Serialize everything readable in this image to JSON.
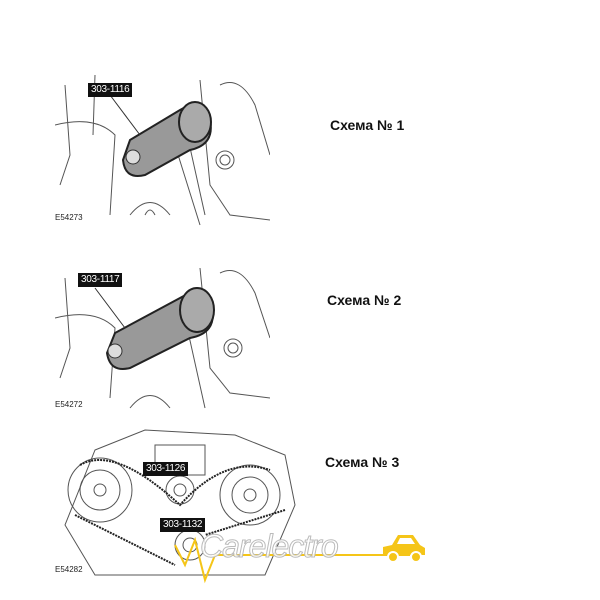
{
  "schemes": [
    {
      "heading": "Схема № 1",
      "tools": [
        "303-1116"
      ],
      "figure_code": "E54273"
    },
    {
      "heading": "Схема № 2",
      "tools": [
        "303-1117"
      ],
      "figure_code": "E54272"
    },
    {
      "heading": "Схема № 3",
      "tools": [
        "303-1126",
        "303-1132"
      ],
      "figure_code": "E54282"
    }
  ],
  "watermark": {
    "text": "Carelectro",
    "icon": "car-icon",
    "color": "#f5c518"
  }
}
